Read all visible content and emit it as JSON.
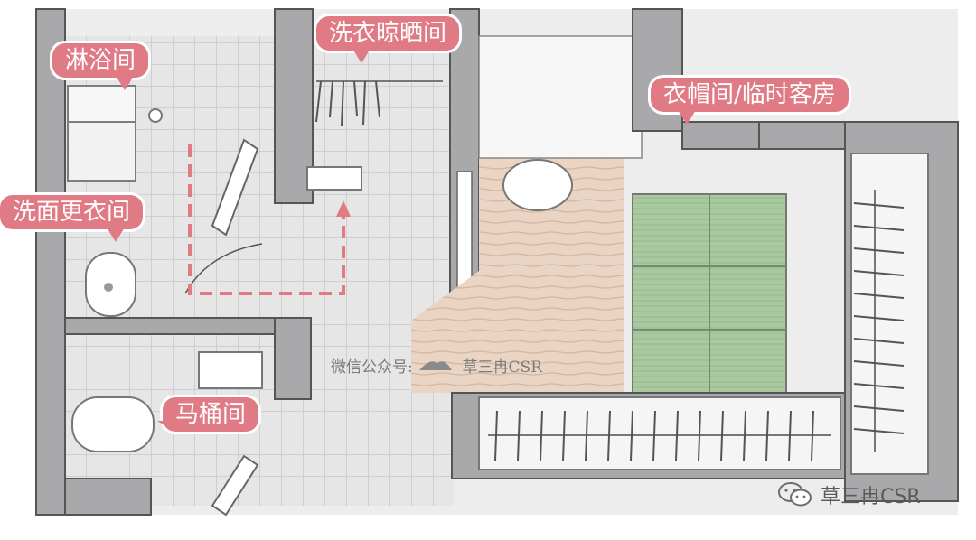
{
  "rooms": {
    "shower": "淋浴间",
    "laundry": "洗衣晾晒间",
    "closet_guest": "衣帽间/临时客房",
    "washroom_changing": "洗面更衣间",
    "toilet": "马桶间"
  },
  "watermark": {
    "prefix": "微信公众号:",
    "name": "草三冉CSR"
  },
  "brand": {
    "name": "草三冉CSR"
  },
  "colors": {
    "accent": "#e07b86",
    "wall": "#a9a9ab",
    "floor_tile": "#e4e4e4",
    "wood": "#e9d3c2",
    "tatami": "#a6c79f"
  }
}
